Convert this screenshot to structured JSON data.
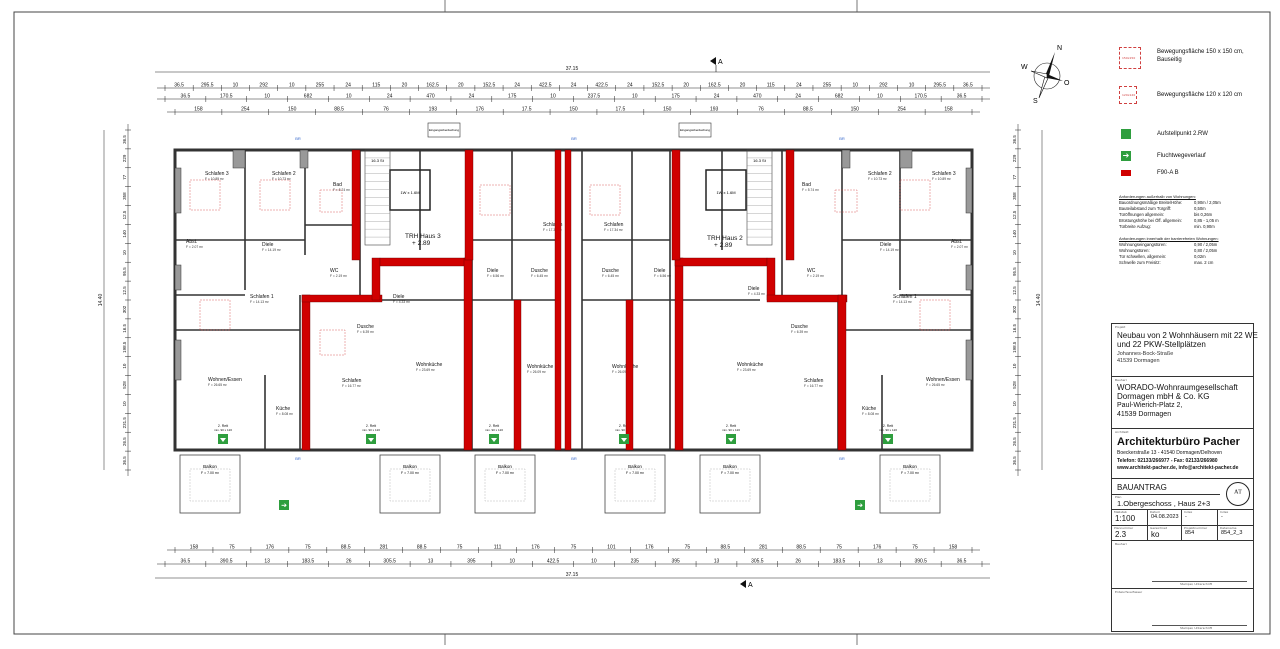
{
  "legend": {
    "items": [
      {
        "label": "Bewegungsfläche 150 x 150 cm, Bauseitig",
        "sample": "150x150",
        "color": "#d04040"
      },
      {
        "label": "Bewegungsfläche 120 x 120 cm",
        "sample": "120x120",
        "color": "#d04040"
      },
      {
        "label": "Aufstellpunkt 2.RW",
        "color": "#2e9e3e"
      },
      {
        "label": "Fluchtwegeverlauf",
        "color": "#2e9e3e"
      },
      {
        "label": "F90-A B",
        "color": "#d00000"
      }
    ],
    "notes_title_1": "Anforderungen außerhalb von Wohnungen:",
    "notes_1": [
      {
        "k": "Bauordnungsmäßige Breite/Höhe:",
        "v": "0,90m / 2,05m"
      },
      {
        "k": "Bauteilabstand zum Türgriff:",
        "v": "0,50m"
      },
      {
        "k": "Türöffnungen allgemein:",
        "v": "bis 0,26m"
      },
      {
        "k": "Brüstungshöhe bei Öff. allgemein:",
        "v": "0,85 - 1,05 m"
      },
      {
        "k": "Türbreite Aufzug:",
        "v": "min. 0,90m"
      }
    ],
    "notes_title_2": "Anforderungen innerhalb der barrierefreien Wohnungen:",
    "notes_2": [
      {
        "k": "Wohnungseingangstüren:",
        "v": "0,90 / 2,05m"
      },
      {
        "k": "Wohnungstüren:",
        "v": "0,80 / 2,05m"
      },
      {
        "k": "Tür schwellen, allgemein:",
        "v": "0,02m"
      },
      {
        "k": "Schwelle zum Freisitz:",
        "v": "max. 2 cm"
      }
    ]
  },
  "titleblock": {
    "projekt_label": "Projekt",
    "projekt_lines": [
      "Neubau von 2 Wohnhäusern mit 22 WE",
      "und 22 PKW-Stellplätzen"
    ],
    "projekt_address": [
      "Johannes-Bock-Straße",
      "41539 Dormagen"
    ],
    "bauherr_label": "Bauherr",
    "bauherr_lines": [
      "WORADO-Wohnraumgesellschaft",
      "Dormagen mbH & Co. KG",
      "Paul-Wierich-Platz 2,",
      "41539 Dormagen"
    ],
    "architekt_label": "Architekt",
    "architekt_name": "Architekturbüro Pacher",
    "architekt_lines": [
      "Boeckerstraße 13 - 41540 Dormagen/Delhoven",
      "Telefon: 02133/266977  -  Fax: 02133/266980",
      "www.architekt-pacher.de, info@architekt-pacher.de"
    ],
    "phase": "BAUANTRAG",
    "plan_label": "Plan",
    "plan": "1.Obergeschoss , Haus 2+3",
    "row1": [
      {
        "k": "Maßstab",
        "v": "1:100"
      },
      {
        "k": "Datum",
        "v": "04.08.2023"
      },
      {
        "k": "Index",
        "v": "-"
      },
      {
        "k": "Index",
        "v": "-"
      }
    ],
    "row2": [
      {
        "k": "Plannummer",
        "v": "2.3"
      },
      {
        "k": "Gezeichnet",
        "v": "ko"
      },
      {
        "k": "Projektnummer",
        "v": "854"
      },
      {
        "k": "Dateiname",
        "v": "854_2_3"
      }
    ],
    "bauherr_sign": "Bauherr",
    "entwurf_sign": "Entwurfsverfasser",
    "stempel": "Stempel, Unterschrift"
  },
  "plan": {
    "overall_top": "37.15",
    "overall_bottom": "37.15",
    "overall_left": "14.40",
    "overall_right": "14.40",
    "section_mark": "A",
    "compass": {
      "n": "N",
      "o": "O",
      "s": "S",
      "w": "W"
    },
    "dims_top_row1": [
      "36.5",
      "295.5",
      "10",
      "292",
      "10",
      "255",
      "24",
      "115",
      "20",
      "162.5",
      "20",
      "152.5",
      "24",
      "422.5",
      "24",
      "422.5",
      "24",
      "152.5",
      "20",
      "162.5",
      "20",
      "115",
      "24",
      "255",
      "10",
      "292",
      "10",
      "295.5",
      "36.5"
    ],
    "dims_top_row2": [
      "36.5",
      "170.5",
      "10",
      "682",
      "10",
      "24",
      "470",
      "24",
      "175",
      "10",
      "237.5",
      "10",
      "175",
      "24",
      "470",
      "24",
      "682",
      "10",
      "170.5",
      "36.5"
    ],
    "dims_top_row3": [
      "158",
      "254",
      "150",
      "88.5",
      "76",
      "193",
      "176",
      "17.5",
      "150",
      "17.5",
      "150",
      "193",
      "76",
      "88.5",
      "150",
      "254",
      "158"
    ],
    "dims_bottom_row1": [
      "158",
      "75",
      "176",
      "75",
      "88.5",
      "281",
      "88.5",
      "75",
      "111",
      "176",
      "75",
      "101",
      "176",
      "75",
      "88.5",
      "281",
      "88.5",
      "75",
      "176",
      "75",
      "158"
    ],
    "dims_bottom_row2": [
      "36.5",
      "390.5",
      "13",
      "183.5",
      "26",
      "305.5",
      "13",
      "395",
      "10",
      "422.5",
      "10",
      "235",
      "395",
      "13",
      "305.5",
      "26",
      "183.5",
      "13",
      "390.5",
      "36.5"
    ],
    "dims_left": [
      "36.5",
      "229",
      "77",
      "358",
      "12.5",
      "140",
      "10",
      "95.5",
      "12.5",
      "302",
      "16.5",
      "198.5",
      "10",
      "528",
      "10",
      "231.5",
      "26.5",
      "36.5"
    ],
    "dims_right": [
      "36.5",
      "229",
      "77",
      "358",
      "12.5",
      "140",
      "10",
      "95.5",
      "12.5",
      "302",
      "16.5",
      "198.5",
      "10",
      "528",
      "10",
      "231.5",
      "26.5",
      "36.5"
    ],
    "stair_labels": [
      {
        "title": "TRH Haus 3",
        "level": "+ 2.89"
      },
      {
        "title": "TRH Haus 2",
        "level": "+ 2.89"
      }
    ],
    "stair_steps": [
      "16.3 St",
      "16.3 St"
    ],
    "lift_label": "1W x 1.6M",
    "entrance_label": "Eingangsüberdachung",
    "rooms": [
      {
        "name": "Schlafen 3",
        "area": "F = 10.89 m²"
      },
      {
        "name": "Schlafen 2",
        "area": "F = 10.73 m²"
      },
      {
        "name": "Bad",
        "area": "F = 5.74 m²"
      },
      {
        "name": "Abst.",
        "area": "F = 2.07 m²"
      },
      {
        "name": "Diele",
        "area": "F = 14.19 m²"
      },
      {
        "name": "WC",
        "area": "F = 2.19 m²"
      },
      {
        "name": "Schlafen 1",
        "area": "F = 14.13 m²"
      },
      {
        "name": "Wohnen/Essen",
        "area": "F = 26.65 m²"
      },
      {
        "name": "Küche",
        "area": "F = 8.08 m²"
      },
      {
        "name": "Schlafen",
        "area": "F = 16.77 m²"
      },
      {
        "name": "Dusche",
        "area": "F = 6.39 m²"
      },
      {
        "name": "Diele",
        "area": "F = 4.33 m²"
      },
      {
        "name": "Wohnküche",
        "area": "F = 23.69 m²"
      },
      {
        "name": "Schlafen",
        "area": "F = 17.34 m²"
      },
      {
        "name": "Diele",
        "area": "F = 6.56 m²"
      },
      {
        "name": "Dusche",
        "area": "F = 6.45 m²"
      },
      {
        "name": "Wohnküche",
        "area": "F = 26.09 m²"
      },
      {
        "name": "Balkon",
        "area": "F = 7.00 m²"
      }
    ],
    "rw_label": "2. Rett",
    "rw_size": "min. 90 x 120",
    "bd_label": "BR"
  }
}
